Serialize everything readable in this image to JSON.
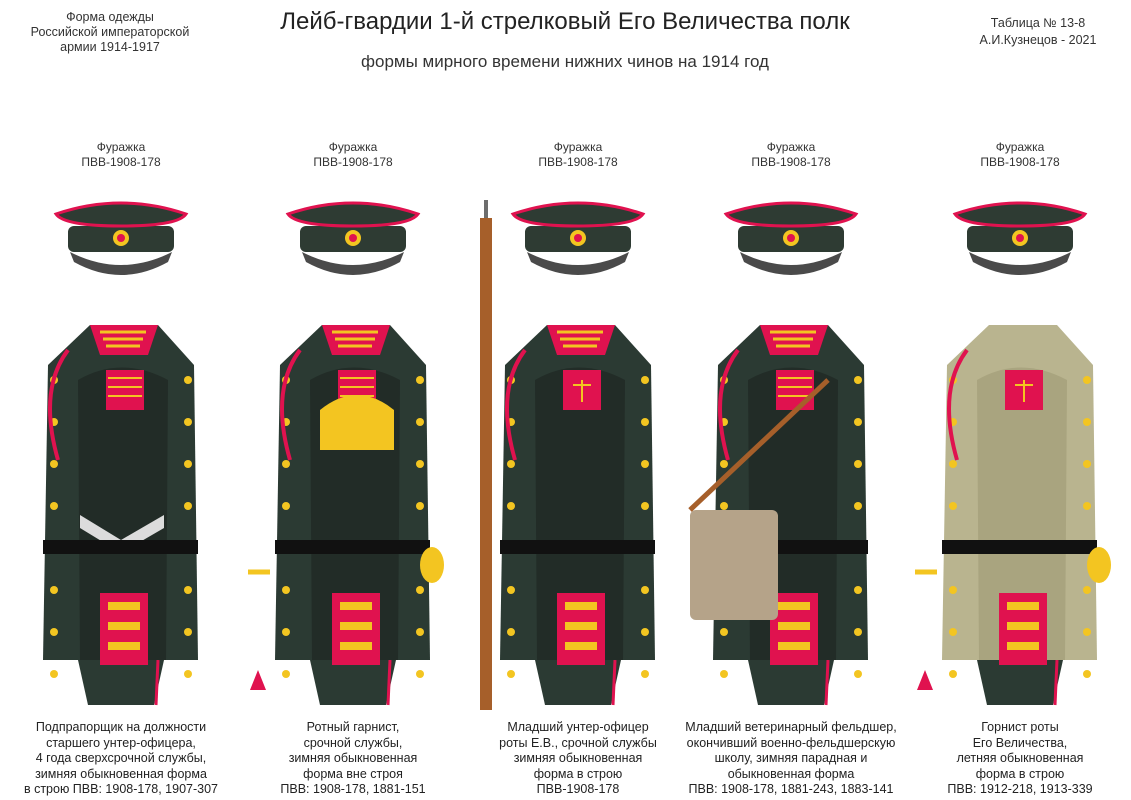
{
  "header": {
    "left_lines": [
      "Форма одежды",
      "Российской императорской",
      "армии  1914-1917"
    ],
    "title": "Лейб-гвардии 1-й стрелковый Его Величества полк",
    "subtitle": "формы мирного времени нижних чинов  на 1914 год",
    "right_lines": [
      "Таблица № 13-8",
      "А.И.Кузнецов - 2021"
    ]
  },
  "colors": {
    "tunic": "#2b3a33",
    "tunic_summer": "#b9b48f",
    "crimson": "#e0124f",
    "gold": "#f3c521",
    "leather": "#a65f2a",
    "steel": "#6d6d6d"
  },
  "figures": [
    {
      "cap_label": [
        "Фуражка",
        "ПВВ-1908-178"
      ],
      "variant": "dress-chevron",
      "description": [
        "Подпрапорщик на должности",
        "старшего унтер-офицера,",
        "4 года сверхсрочной службы,",
        "зимняя обыкновенная форма",
        "в строю ПВВ: 1908-178, 1907-307"
      ]
    },
    {
      "cap_label": [
        "Фуражка",
        "ПВВ-1908-178"
      ],
      "variant": "bugler-winter",
      "description": [
        "Ротный гарнист,",
        "срочной службы,",
        "зимняя обыкновенная",
        "форма вне строя",
        "ПВВ: 1908-178, 1881-151"
      ]
    },
    {
      "cap_label": [
        "Фуражка",
        "ПВВ-1908-178"
      ],
      "variant": "rifle",
      "description": [
        "Младший унтер-офицер",
        "роты Е.В., срочной службы",
        "зимняя обыкновенная",
        "форма в строю",
        "ПВВ-1908-178"
      ]
    },
    {
      "cap_label": [
        "Фуражка",
        "ПВВ-1908-178"
      ],
      "variant": "medic",
      "description": [
        "Младший ветеринарный фельдшер,",
        "окончивший военно-фельдшерскую",
        "школу, зимняя парадная и",
        "обыкновенная форма",
        "ПВВ: 1908-178, 1881-243, 1883-141"
      ]
    },
    {
      "cap_label": [
        "Фуражка",
        "ПВВ-1908-178"
      ],
      "variant": "bugler-summer",
      "description": [
        "Горнист роты",
        "Его Величества,",
        "летняя обыкновенная",
        "форма в строю",
        "ПВВ: 1912-218, 1913-339"
      ]
    }
  ]
}
